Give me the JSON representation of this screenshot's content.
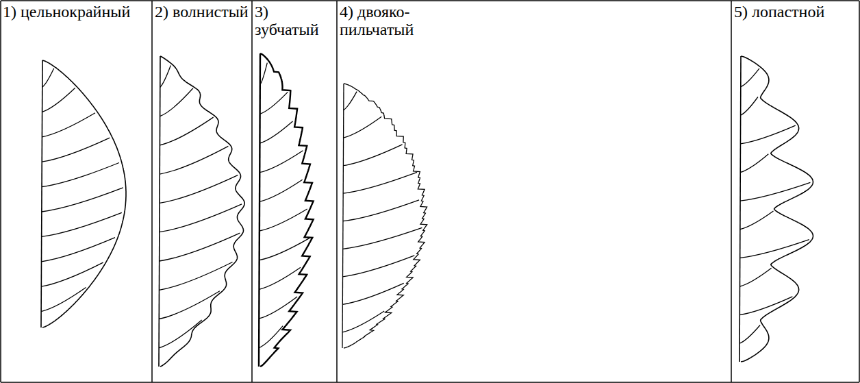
{
  "diagram": {
    "labels": [
      "1) цельнокрайный",
      "2) волнистый",
      "3) зубчатый",
      "4) двояко- пильчатый",
      "5) лопастной"
    ]
  }
}
